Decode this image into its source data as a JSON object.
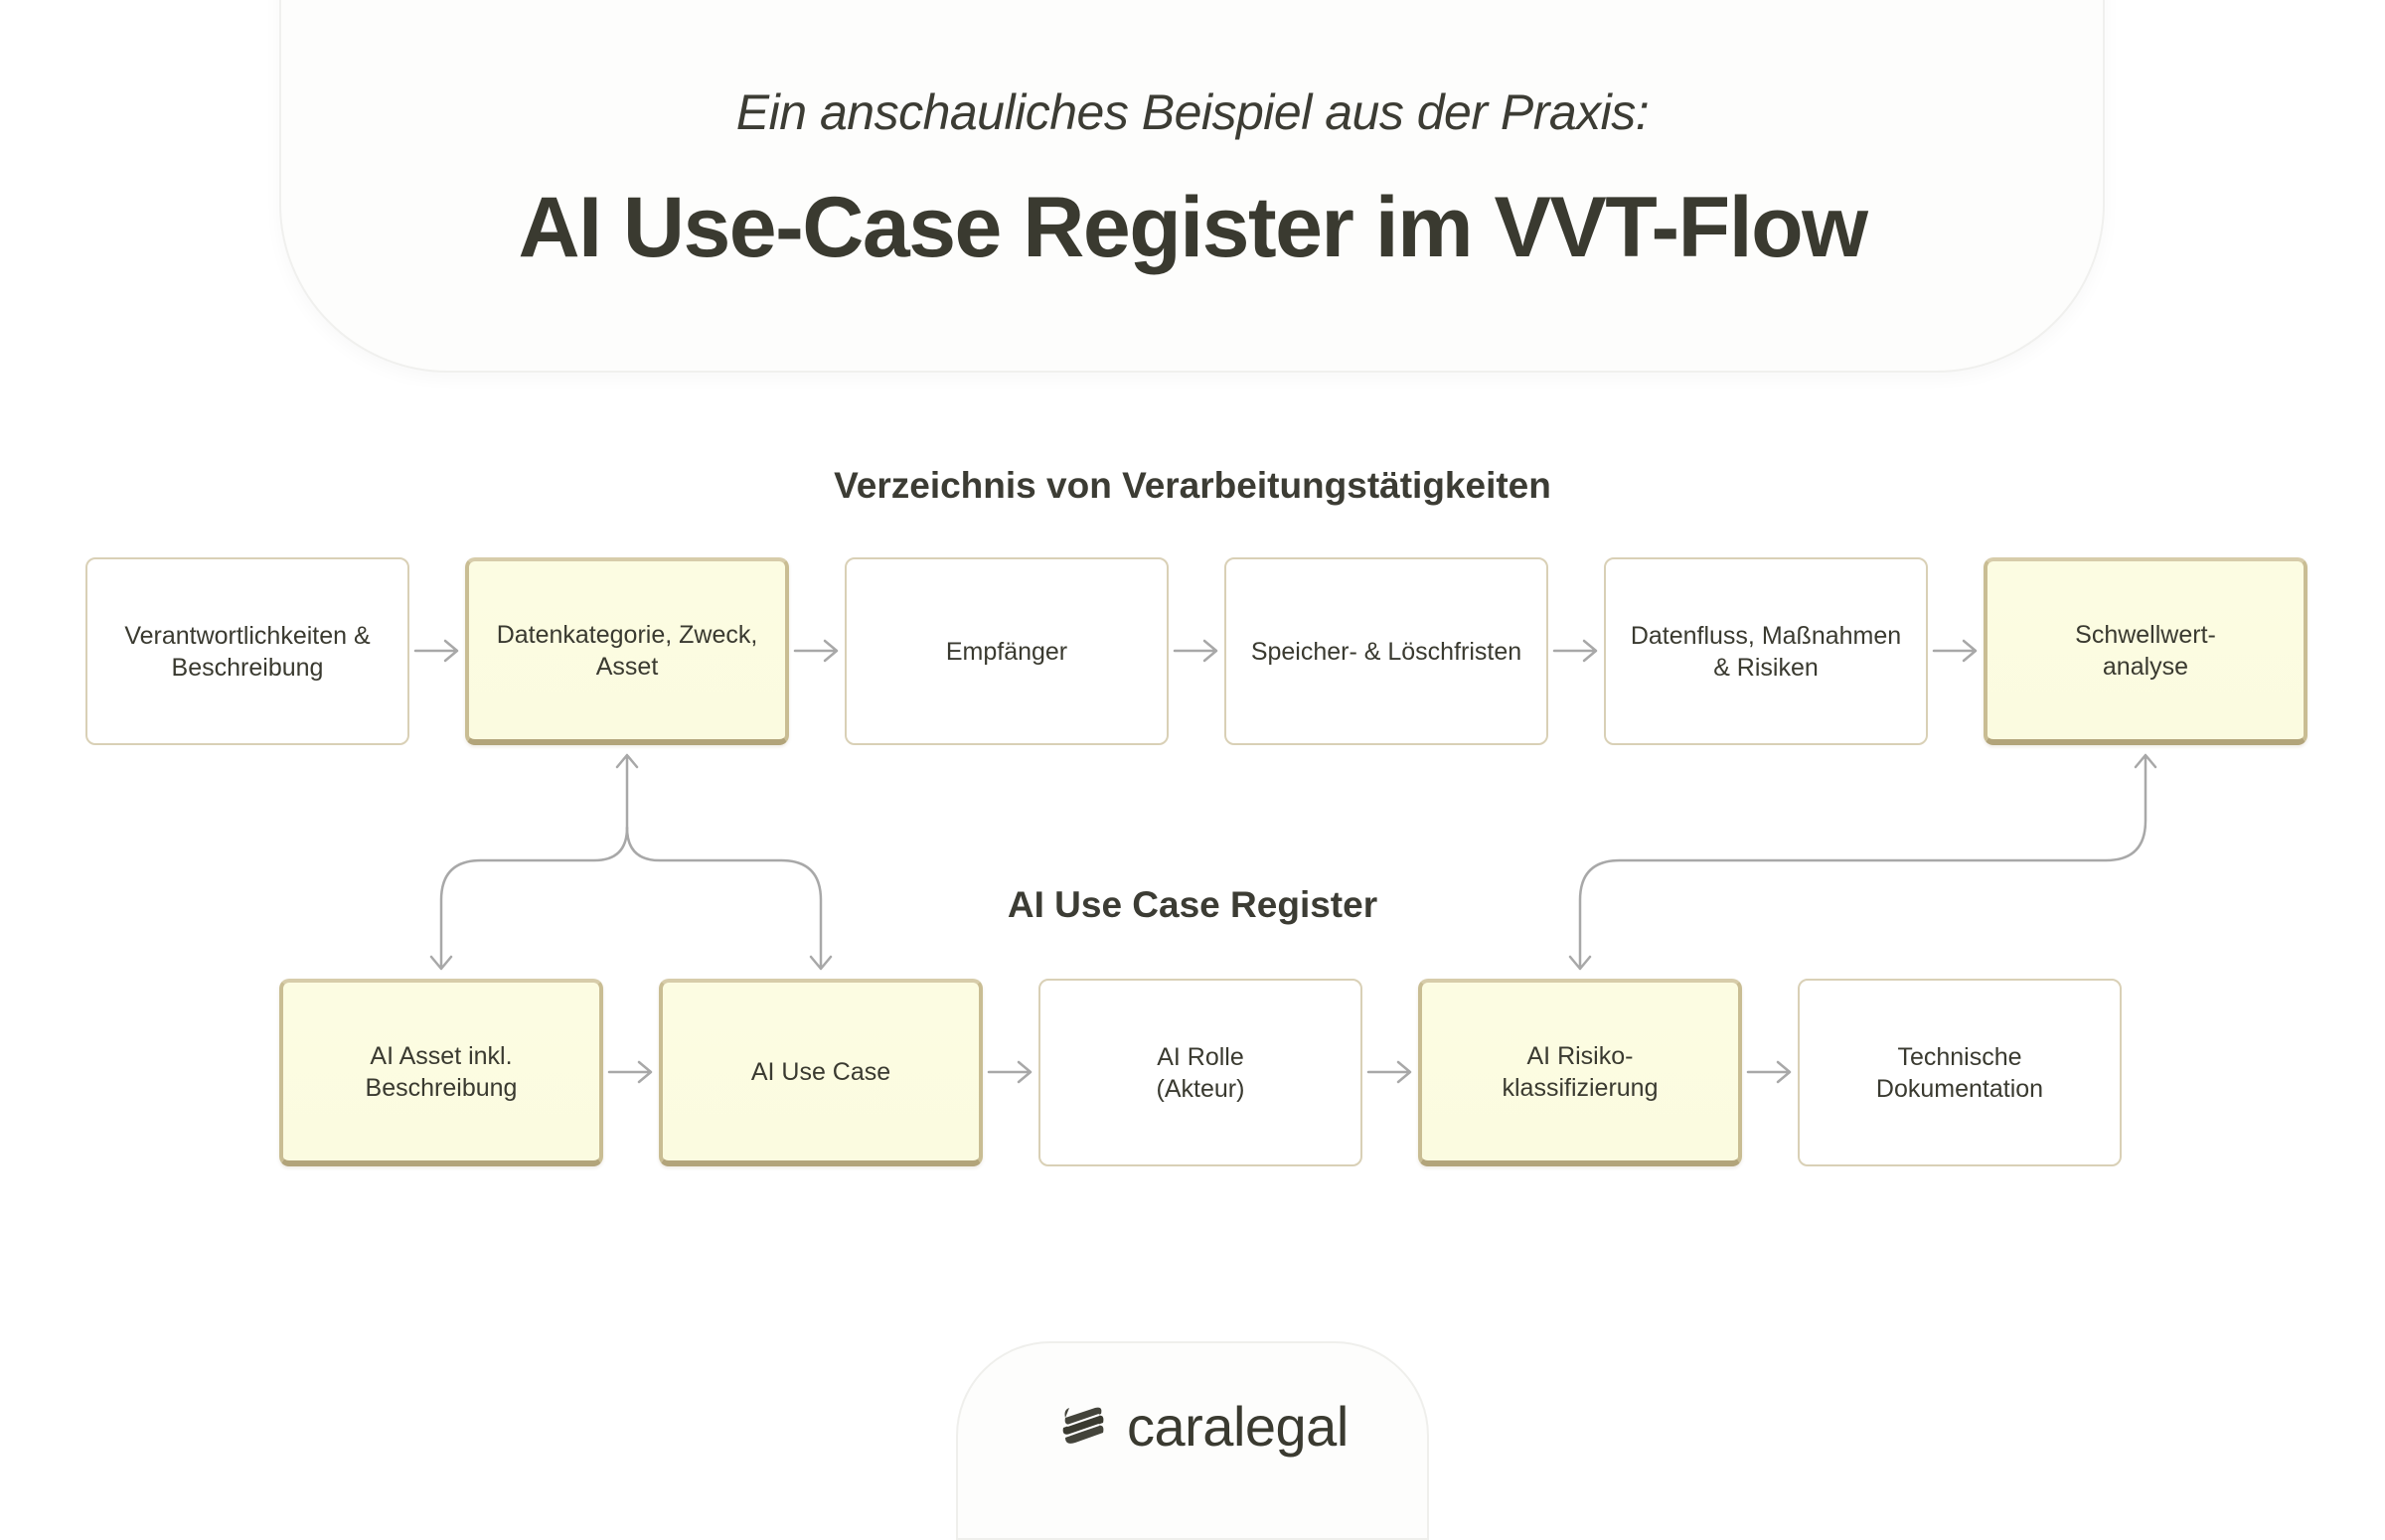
{
  "header": {
    "subtitle": "Ein anschauliches Beispiel aus der Praxis:",
    "title": "AI Use-Case Register im VVT-Flow"
  },
  "sections": {
    "vvt_title": "Verzeichnis von Verarbeitungstätigkeiten",
    "ai_title": "AI Use Case Register"
  },
  "vvt_steps": [
    {
      "label": "Verantwortlichkeiten &\nBeschreibung",
      "highlighted": false
    },
    {
      "label": "Datenkategorie, Zweck,\nAsset",
      "highlighted": true
    },
    {
      "label": "Empfänger",
      "highlighted": false
    },
    {
      "label": "Speicher- & Löschfristen",
      "highlighted": false
    },
    {
      "label": "Datenfluss, Maßnahmen\n& Risiken",
      "highlighted": false
    },
    {
      "label": "Schwellwert-\nanalyse",
      "highlighted": true
    }
  ],
  "ai_steps": [
    {
      "label": "AI Asset inkl.\nBeschreibung",
      "highlighted": true
    },
    {
      "label": "AI Use Case",
      "highlighted": true
    },
    {
      "label": "AI Rolle\n(Akteur)",
      "highlighted": false
    },
    {
      "label": "AI Risiko-\nklassifizierung",
      "highlighted": true
    },
    {
      "label": "Technische\nDokumentation",
      "highlighted": false
    }
  ],
  "footer": {
    "brand": "caralegal",
    "logo_icon": "caralegal-logo-icon"
  },
  "colors": {
    "highlight_fill": "#fbfbe0",
    "highlight_border": "#c9bd93",
    "box_border": "#d9d0b6",
    "arrow": "#a8a8a8",
    "text": "#3a3a30"
  }
}
